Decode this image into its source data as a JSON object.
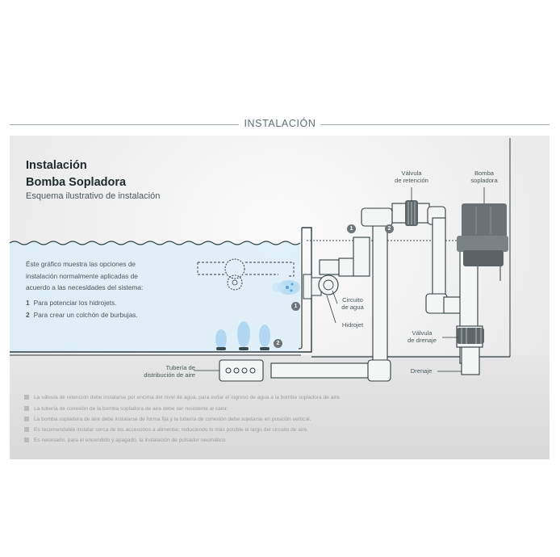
{
  "section": {
    "title": "INSTALACIÓN"
  },
  "header": {
    "title_line1": "Instalación",
    "title_line2": "Bomba Sopladora",
    "subtitle": "Esquema ilustrativo de instalación"
  },
  "description": "Éste gráfico muestra las opciones de instalación normalmente aplicadas de acuerdo a las necesidades del sistema:",
  "options": [
    {
      "num": "1",
      "text": "Para potenciar los hidrojets."
    },
    {
      "num": "2",
      "text": "Para crear un colchón de burbujas."
    }
  ],
  "labels": {
    "valvula_retencion": [
      "Válvula",
      "de retención"
    ],
    "bomba_sopladora": [
      "Bomba",
      "sopladora"
    ],
    "circuito_agua": [
      "Circuito",
      "de agua"
    ],
    "hidrojet": "Hidrojet",
    "valvula_drenaje": [
      "Válvula",
      "de drenaje"
    ],
    "drenaje": "Drenaje",
    "tuberia": [
      "Tubería de",
      "distribución de aire"
    ]
  },
  "markers": [
    "1",
    "2"
  ],
  "notes": [
    "La válvula de retención debe instalarse por encima del nivel de agua, para evitar el ingreso de agua a la bomba sopladora de aire.",
    "La tubería de conexión de la bomba sopladora de aire debe ser resistente al calor.",
    "La bomba sopladora de aire debe instalarse de forma fija y la tubería de conexión debe sujetarse en posición vertical.",
    "Es recomendable instalar cerca de los accesorios a alimentar, reduciendo lo más posible el largo del circuito de aire.",
    "Es necesario, para el encendido y apagado, la instalación de pulsador neumático."
  ],
  "colors": {
    "water": "#d8ecf8",
    "pipe": "#f4f6f6",
    "pipe_stroke": "#3b4a4f",
    "blower": "#6a7275",
    "rule": "#9aa9ab"
  }
}
